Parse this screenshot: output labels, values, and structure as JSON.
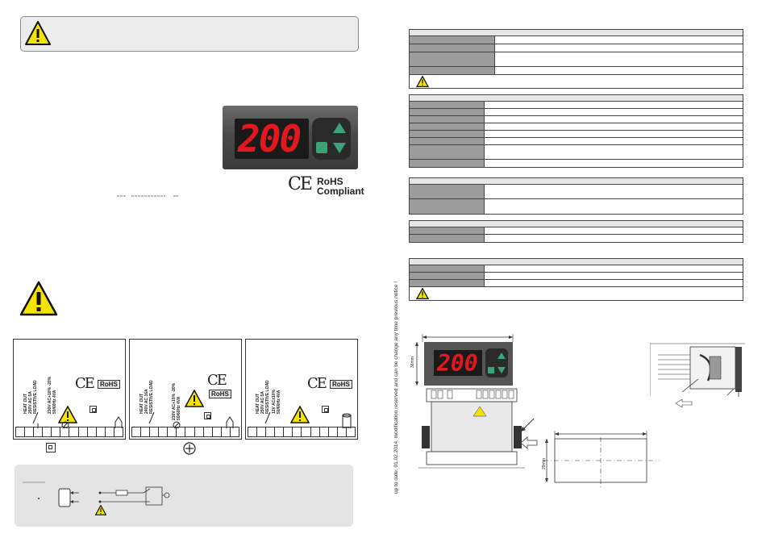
{
  "device": {
    "display_value": "200",
    "colors": {
      "digits": "#e3171e",
      "keys": "#3aa37a",
      "body": "#4a4a4a"
    }
  },
  "certifications": {
    "ce": "CE",
    "rohs_line1": "RoHS",
    "rohs_line2": "Compliant"
  },
  "wiring_panels": [
    {
      "output_label_lines": [
        "HEAT OUT",
        "250V AC 5A",
        "RESISTIVE LOAD"
      ],
      "supply_label_lines": [
        "230V AC+10% -20%",
        "50/60Hz 4VA"
      ],
      "rohs": "RoHS",
      "ce": "CE"
    },
    {
      "output_label_lines": [
        "HEAT OUT",
        "240V AC 16A",
        "RESISTIVE LOAD"
      ],
      "supply_label_lines": [
        "230V AC+10% -20%",
        "50/60Hz 4VA"
      ],
      "rohs": "RoHS",
      "ce": "CE"
    },
    {
      "output_label_lines": [
        "HEAT OUT",
        "250V AC 5A",
        "RESISTIVE LOAD"
      ],
      "supply_label_lines": [
        "12V AC±10%",
        "50/60Hz 4VA"
      ],
      "rohs": "RoHS",
      "ce": "CE"
    }
  ],
  "dimensions": {
    "front_height": "36mm",
    "cutout_height": "29mm"
  },
  "side_note": "up to date: 01.02.2014, modification reserved and can be change any time previous notice !"
}
